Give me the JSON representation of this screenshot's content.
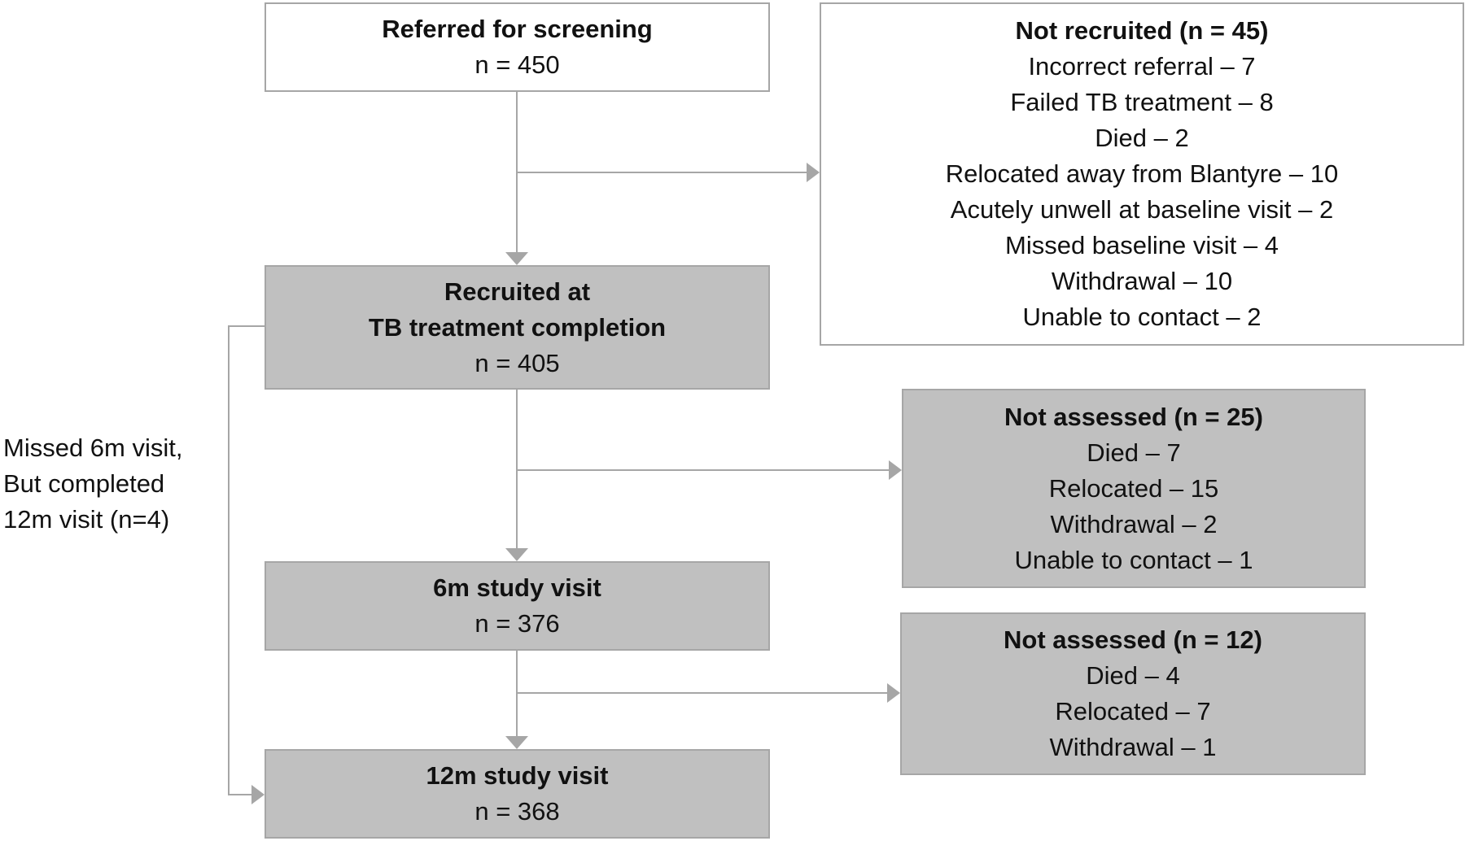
{
  "referred": {
    "title": "Referred for screening",
    "count": "n = 450"
  },
  "recruited": {
    "title_line1": "Recruited at",
    "title_line2": "TB treatment completion",
    "count": "n = 405"
  },
  "visit_6m": {
    "title": "6m study visit",
    "count": "n = 376"
  },
  "visit_12m": {
    "title": "12m study visit",
    "count": "n = 368"
  },
  "not_recruited": {
    "title": "Not recruited (n = 45)",
    "items": [
      "Incorrect referral – 7",
      "Failed TB treatment – 8",
      "Died – 2",
      "Relocated away from Blantyre – 10",
      "Acutely unwell at baseline visit – 2",
      "Missed baseline visit – 4",
      "Withdrawal – 10",
      "Unable to contact – 2"
    ]
  },
  "not_assessed_6m": {
    "title": "Not assessed (n = 25)",
    "items": [
      "Died – 7",
      "Relocated – 15",
      "Withdrawal – 2",
      "Unable to contact – 1"
    ]
  },
  "not_assessed_12m": {
    "title": "Not assessed (n = 12)",
    "items": [
      "Died – 4",
      "Relocated – 7",
      "Withdrawal – 1"
    ]
  },
  "side_note": [
    "Missed 6m visit,",
    "But completed",
    "12m visit (n=4)"
  ],
  "colors": {
    "box_grey": "#c0c0c0",
    "border": "#a6a6a6",
    "connector": "#a6a6a6"
  }
}
